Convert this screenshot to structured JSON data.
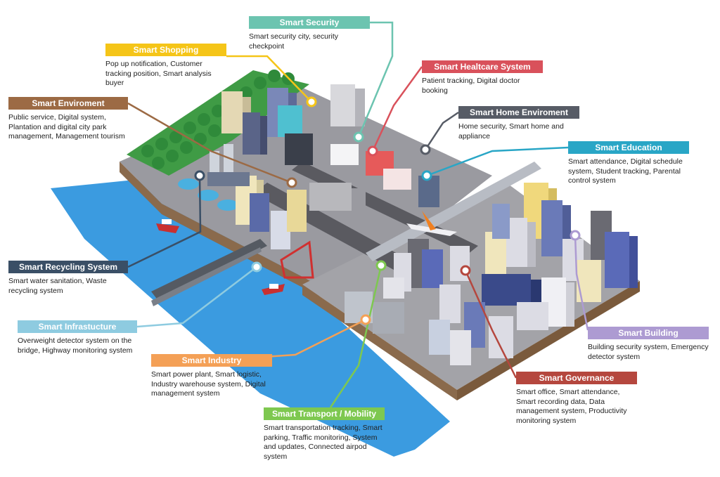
{
  "labels": [
    {
      "key": "security",
      "title": "Smart Security",
      "desc": "Smart security city, security checkpoint",
      "color": "#6cc4b0"
    },
    {
      "key": "shopping",
      "title": "Smart Shopping",
      "desc": "Pop up notification, Customer tracking position, Smart analysis buyer",
      "color": "#f5c518"
    },
    {
      "key": "healthcare",
      "title": "Smart Healtcare System",
      "desc": "Patient tracking, Digital doctor booking",
      "color": "#d9515b"
    },
    {
      "key": "home",
      "title": "Smart Home Enviroment",
      "desc": "Home security, Smart home and appliance",
      "color": "#575c66"
    },
    {
      "key": "environment",
      "title": "Smart Enviroment",
      "desc": "Public service, Digital system, Plantation and digital city park management, Management tourism",
      "color": "#9c6a44"
    },
    {
      "key": "education",
      "title": "Smart Education",
      "desc": "Smart attendance, Digital schedule system, Student tracking, Parental control system",
      "color": "#29a6c6"
    },
    {
      "key": "recycling",
      "title": "Smart Recycling System",
      "desc": "Smart water sanitation, Waste recycling system",
      "color": "#3a4f66"
    },
    {
      "key": "infrastructure",
      "title": "Smart Infrastucture",
      "desc": "Overweight detector system on the bridge, Highway monitoring system",
      "color": "#8ecbe0"
    },
    {
      "key": "industry",
      "title": "Smart Industry",
      "desc": "Smart power plant, Smart logistic, Industry warehouse system, Digital management system",
      "color": "#f4a056"
    },
    {
      "key": "building",
      "title": "Smart Building",
      "desc": "Building security system, Emergency detector system",
      "color": "#ad9bd2"
    },
    {
      "key": "governance",
      "title": "Smart Governance",
      "desc": "Smart office, Smart attendance, Smart recording data, Data management system, Productivity monitoring system",
      "color": "#b5473e"
    },
    {
      "key": "transport",
      "title": "Smart Transport / Mobility",
      "desc": "Smart transportation tracking, Smart parking, Traffic monitoring, System and updates, Connected airpod system",
      "color": "#7ec850"
    }
  ]
}
